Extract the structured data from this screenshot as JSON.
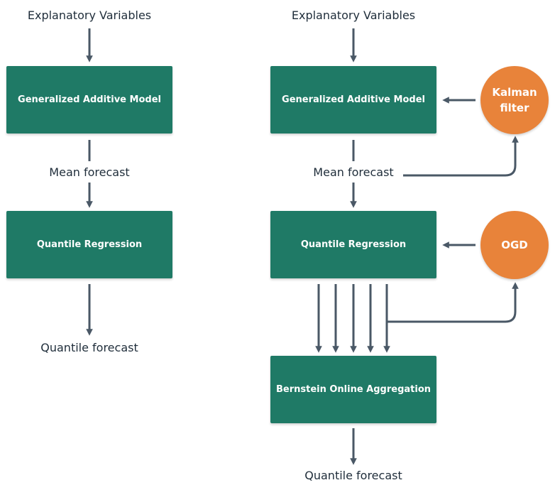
{
  "left_pipeline": {
    "input_label": "Explanatory Variables",
    "gam_box": "Generalized Additive Model",
    "mean_label": "Mean forecast",
    "qr_box": "Quantile Regression",
    "output_label": "Quantile forecast"
  },
  "right_pipeline": {
    "input_label": "Explanatory Variables",
    "gam_box": "Generalized Additive Model",
    "mean_label": "Mean forecast",
    "qr_box": "Quantile Regression",
    "boa_box": "Bernstein Online Aggregation",
    "output_label": "Quantile forecast",
    "kalman_circle": "Kalman filter",
    "ogd_circle": "OGD"
  },
  "colors": {
    "box": "#1f7a66",
    "circle": "#e8833a",
    "arrow": "#4a5866",
    "text": "#1f2d3a"
  }
}
